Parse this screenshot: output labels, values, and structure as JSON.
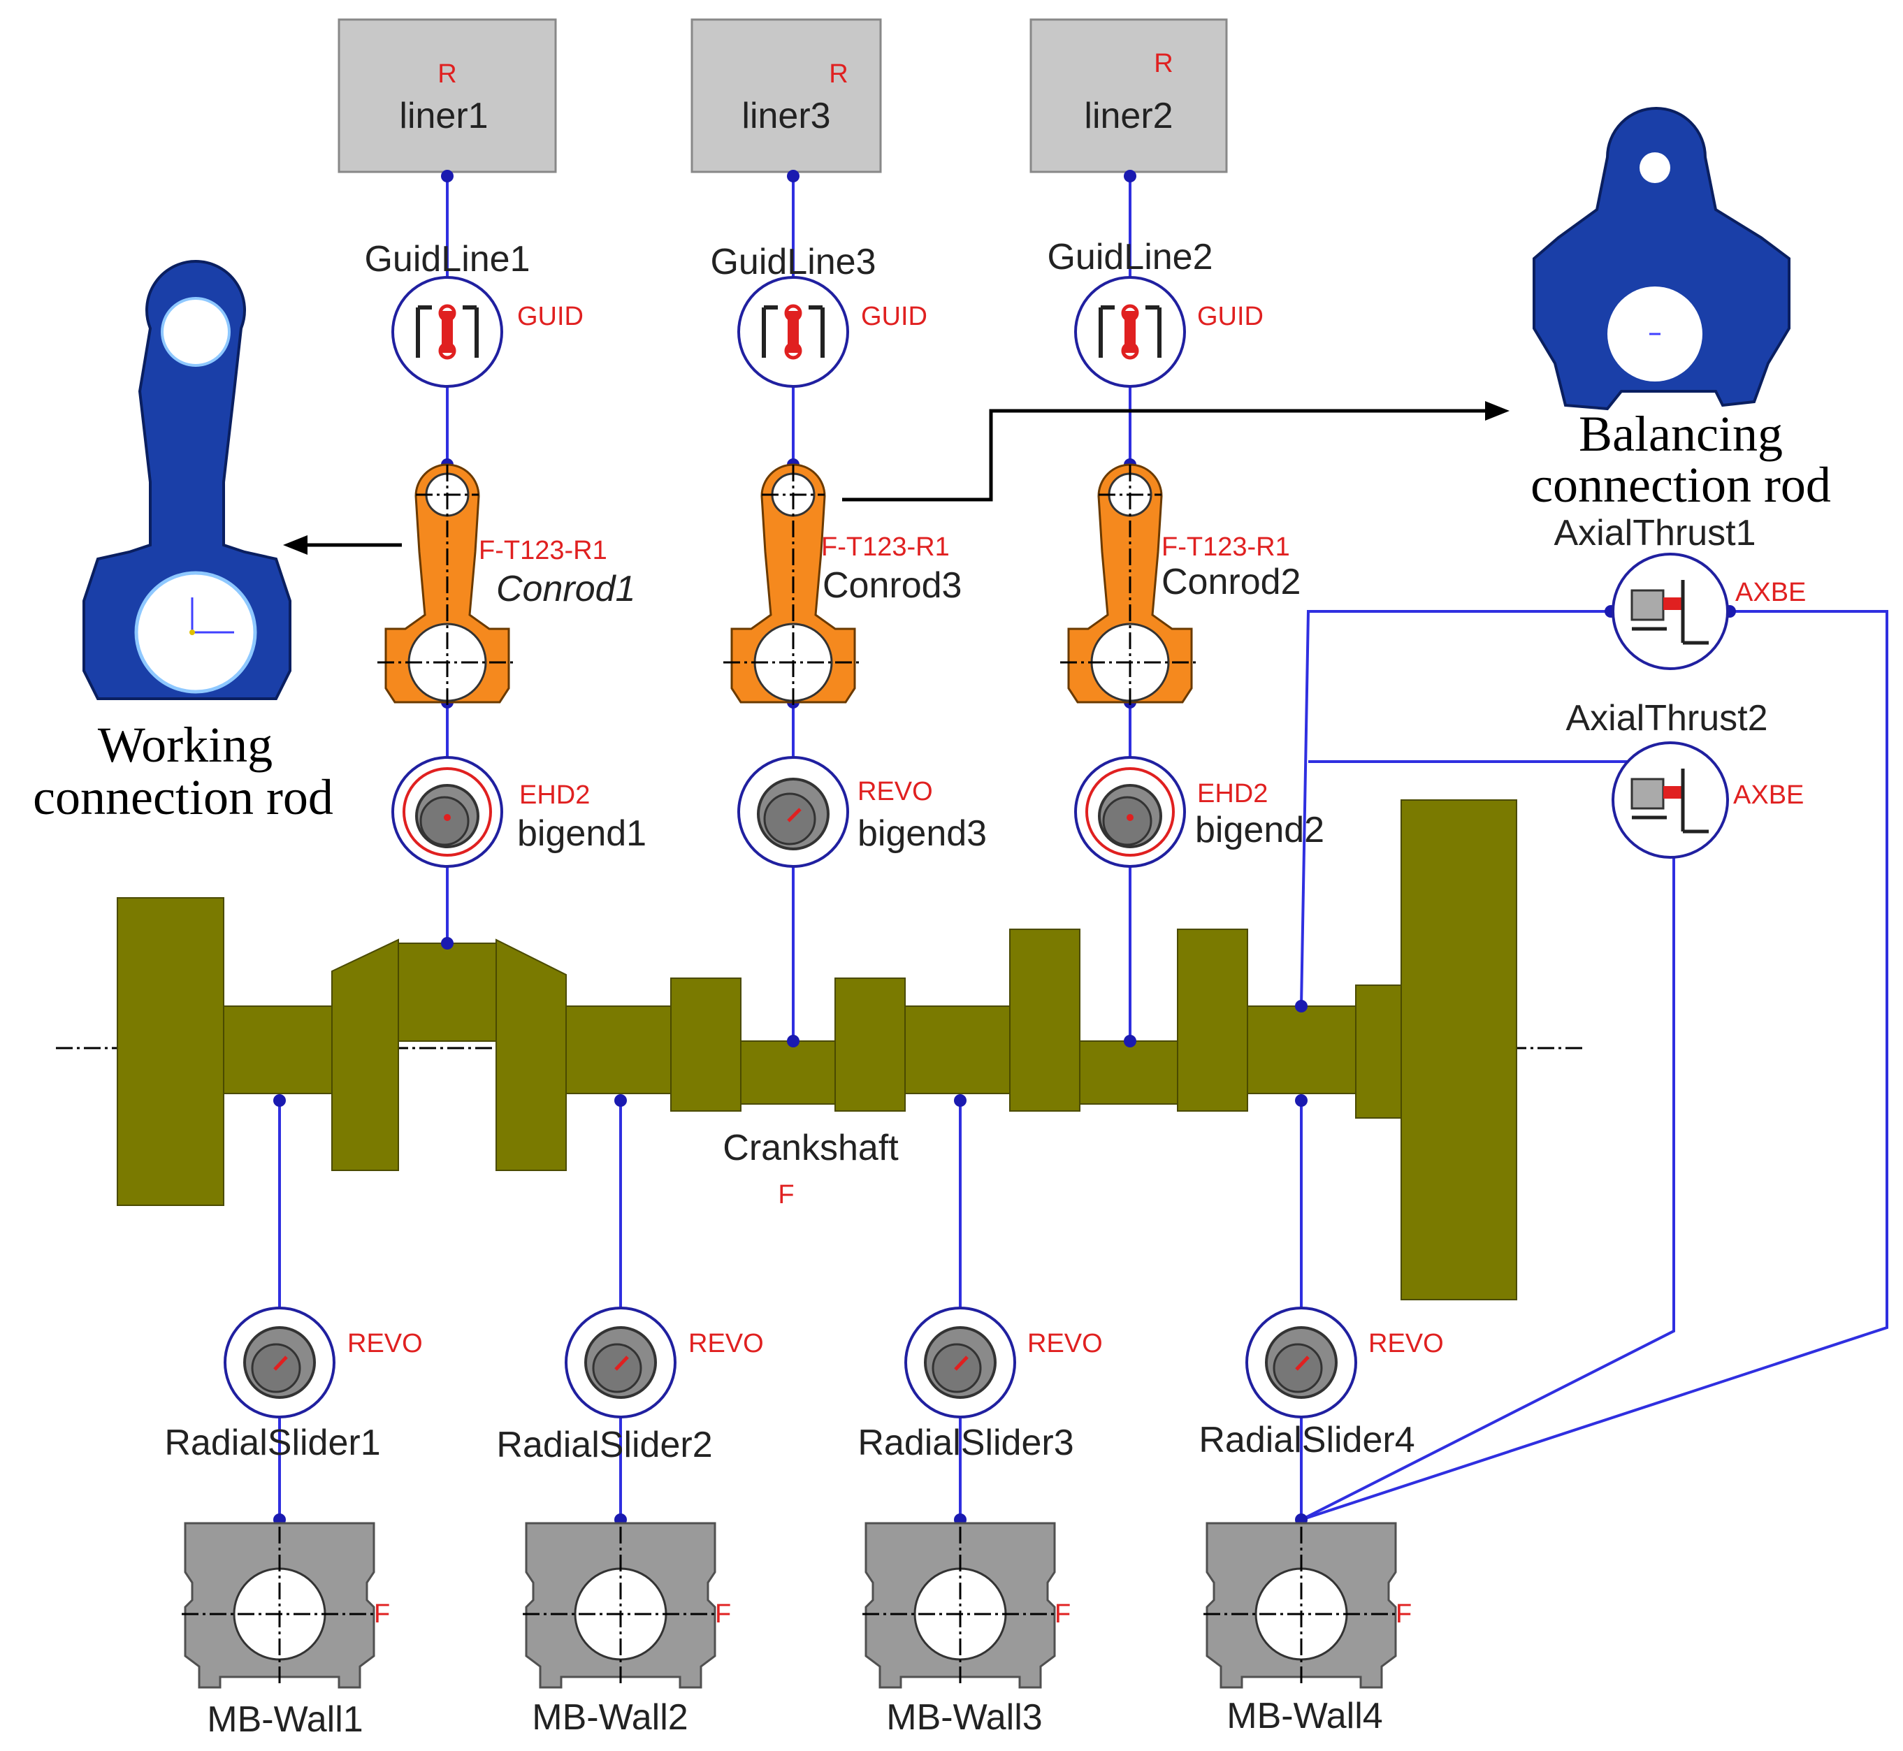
{
  "colors": {
    "connector": "#2f2fe0",
    "crankshaft": "#7a7a00",
    "conrod": "#f5891e",
    "liner": "#c8c8c8",
    "wall": "#9a9a9a",
    "tag": "#e02020",
    "rod_render": "#1a3fa8"
  },
  "liners": [
    {
      "name": "liner1",
      "tag": "R"
    },
    {
      "name": "liner3",
      "tag": "R"
    },
    {
      "name": "liner2",
      "tag": "R"
    }
  ],
  "guides": [
    {
      "name": "GuidLine1",
      "tag": "GUID"
    },
    {
      "name": "GuidLine3",
      "tag": "GUID"
    },
    {
      "name": "GuidLine2",
      "tag": "GUID"
    }
  ],
  "conrods": [
    {
      "name": "Conrod1",
      "tag": "F-T123-R1"
    },
    {
      "name": "Conrod3",
      "tag": "F-T123-R1"
    },
    {
      "name": "Conrod2",
      "tag": "F-T123-R1"
    }
  ],
  "bigends": [
    {
      "name": "bigend1",
      "tag": "EHD2"
    },
    {
      "name": "bigend3",
      "tag": "REVO"
    },
    {
      "name": "bigend2",
      "tag": "EHD2"
    }
  ],
  "crankshaft": {
    "name": "Crankshaft",
    "tag": "F"
  },
  "sliders": [
    {
      "name": "RadialSlider1",
      "tag": "REVO"
    },
    {
      "name": "RadialSlider2",
      "tag": "REVO"
    },
    {
      "name": "RadialSlider3",
      "tag": "REVO"
    },
    {
      "name": "RadialSlider4",
      "tag": "REVO"
    }
  ],
  "walls": [
    {
      "name": "MB-Wall1",
      "tag": "F"
    },
    {
      "name": "MB-Wall2",
      "tag": "F"
    },
    {
      "name": "MB-Wall3",
      "tag": "F"
    },
    {
      "name": "MB-Wall4",
      "tag": "F"
    }
  ],
  "thrusts": [
    {
      "name": "AxialThrust1",
      "tag": "AXBE"
    },
    {
      "name": "AxialThrust2",
      "tag": "AXBE"
    }
  ],
  "annotations": {
    "working_line1": "Working",
    "working_line2": "connection rod",
    "balancing_line1": "Balancing",
    "balancing_line2": "connection rod"
  }
}
